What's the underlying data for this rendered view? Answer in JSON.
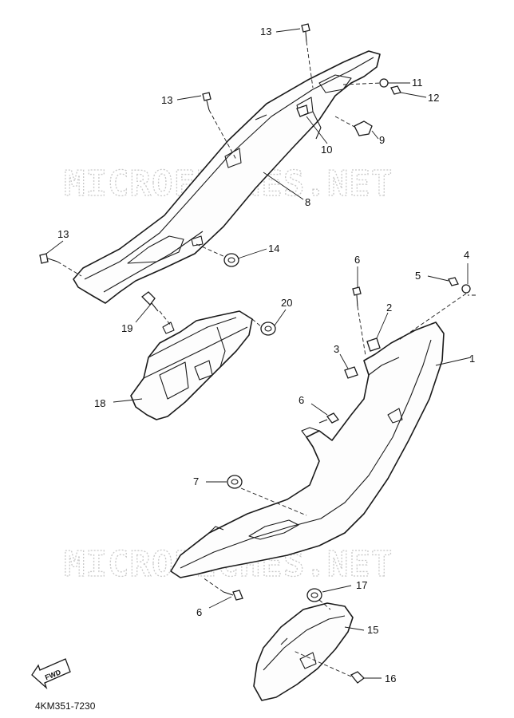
{
  "watermark": {
    "text": "MICROFICHES.NET"
  },
  "fwd_badge": {
    "label": "FWD"
  },
  "diagram_code": "4KM351-7230",
  "callouts": [
    "1",
    "2",
    "3",
    "4",
    "5",
    "6",
    "6",
    "6",
    "7",
    "8",
    "9",
    "10",
    "11",
    "12",
    "13",
    "13",
    "13",
    "14",
    "15",
    "16",
    "17",
    "18",
    "19",
    "20"
  ]
}
